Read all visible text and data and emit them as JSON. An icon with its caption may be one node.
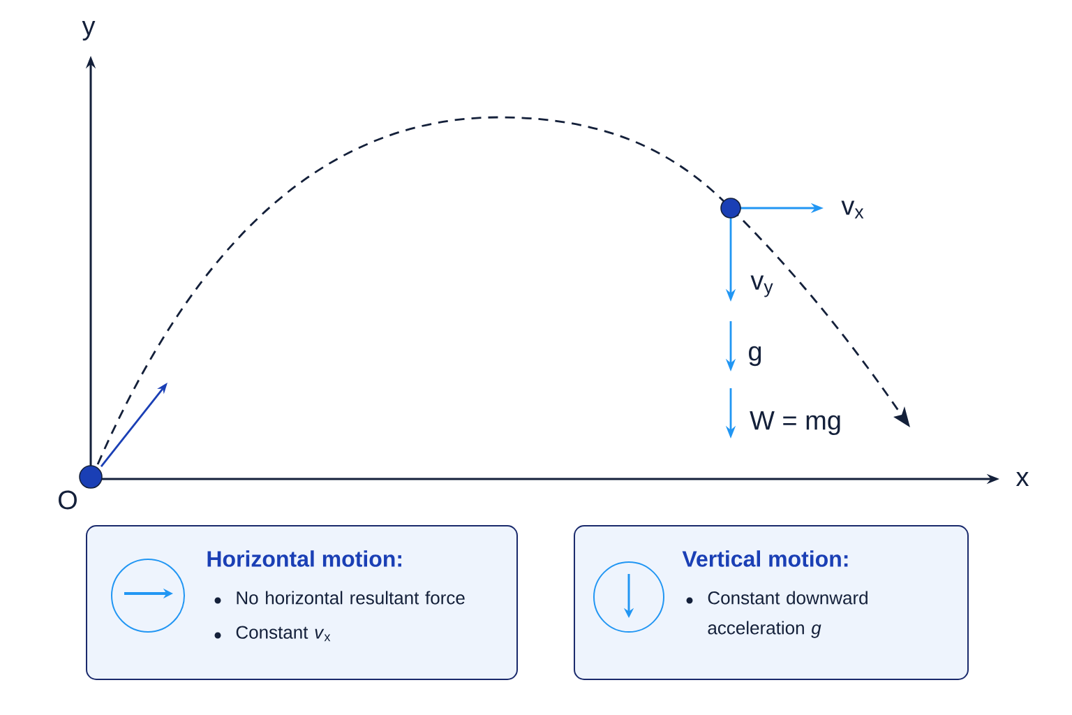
{
  "diagram": {
    "nodes": [
      {
        "text": [
          "Horizontal motion:",
          "No horizontal resultant force",
          "Constant *v*$_{x}$"
        ]
      },
      {
        "text": [
          "Vertical motion:",
          "Constant downward acceleration *g*"
        ]
      }
    ],
    "labels": [
      "y",
      "x",
      "O",
      "v$_{x}$",
      "v$_{y}$",
      "g",
      "W = mg"
    ]
  }
}
